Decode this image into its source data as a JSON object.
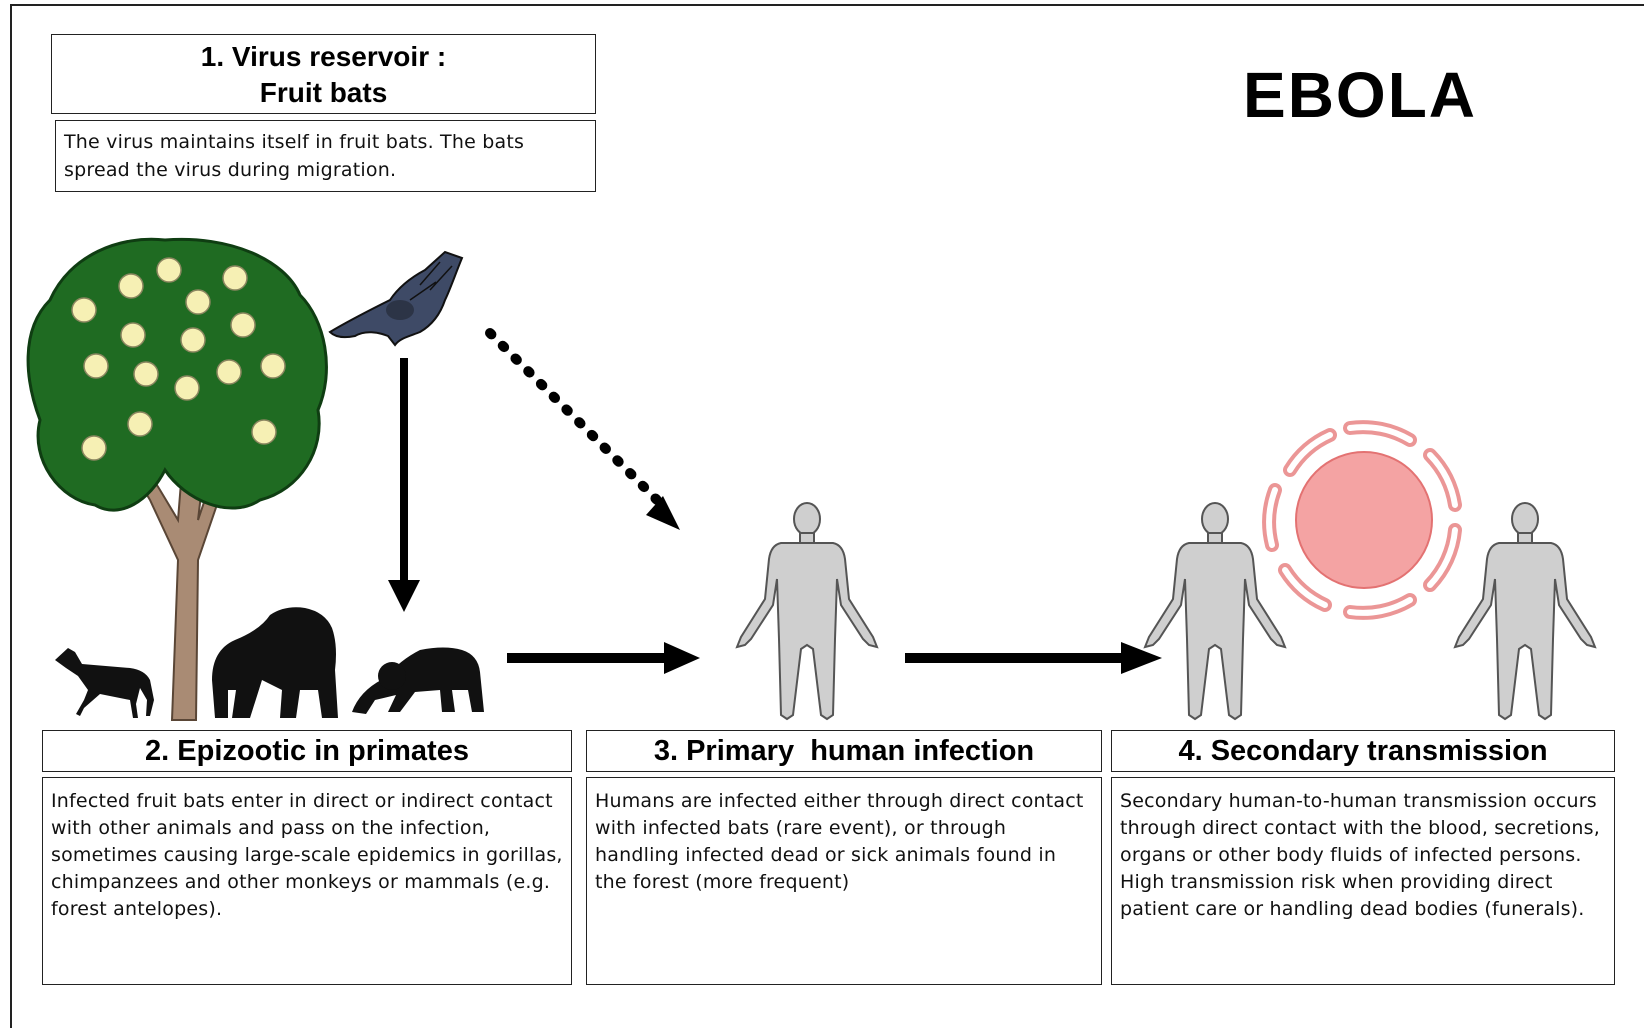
{
  "title": "EBOLA",
  "steps": [
    {
      "heading_line1": "1. Virus reservoir :",
      "heading_line2": "Fruit bats",
      "description": "The virus maintains itself in fruit bats. The bats spread the virus during migration."
    },
    {
      "heading": "2. Epizootic in primates",
      "description": "Infected fruit bats enter in direct or indirect contact with other animals and pass on the infection, sometimes causing large-scale epidemics in gorillas, chimpanzees and other monkeys or mammals (e.g. forest antelopes)."
    },
    {
      "heading": "3. Primary  human infection",
      "description": "Humans are infected either through direct contact with infected bats (rare event), or through handling infected dead or sick animals found in the forest (more frequent)"
    },
    {
      "heading": "4. Secondary transmission",
      "description": "Secondary human-to-human transmission occurs through direct contact with the blood, secretions, organs or other body fluids of infected persons. High transmission risk when providing direct patient care or handling dead bodies (funerals)."
    }
  ],
  "icons": [
    "fruit-tree-icon",
    "bat-icon",
    "antelope-icon",
    "gorilla-icon",
    "chimpanzee-icon",
    "human-icon",
    "transmission-cycle-icon"
  ],
  "colors": {
    "tree_foliage": "#1f6b22",
    "fruit": "#f6f0b4",
    "trunk": "#a98b74",
    "human": "#cfcfcf",
    "cycle": "#f4a3a3"
  }
}
